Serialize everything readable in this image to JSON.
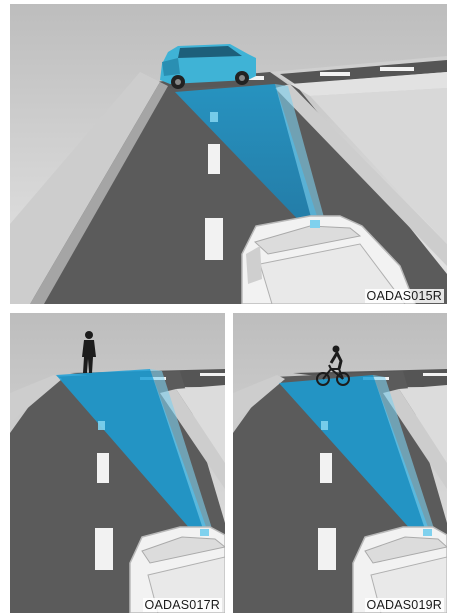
{
  "figures": [
    {
      "caption": "OADAS015R",
      "target": "car"
    },
    {
      "caption": "OADAS017R",
      "target": "pedestrian"
    },
    {
      "caption": "OADAS019R",
      "target": "cyclist"
    }
  ],
  "colors": {
    "sensor_beam": "#1f9fd6",
    "target_vehicle": "#3fb6d8",
    "road": "#5a5a5a",
    "curb": "#c9c9c9",
    "background": "#d9d9d9"
  }
}
